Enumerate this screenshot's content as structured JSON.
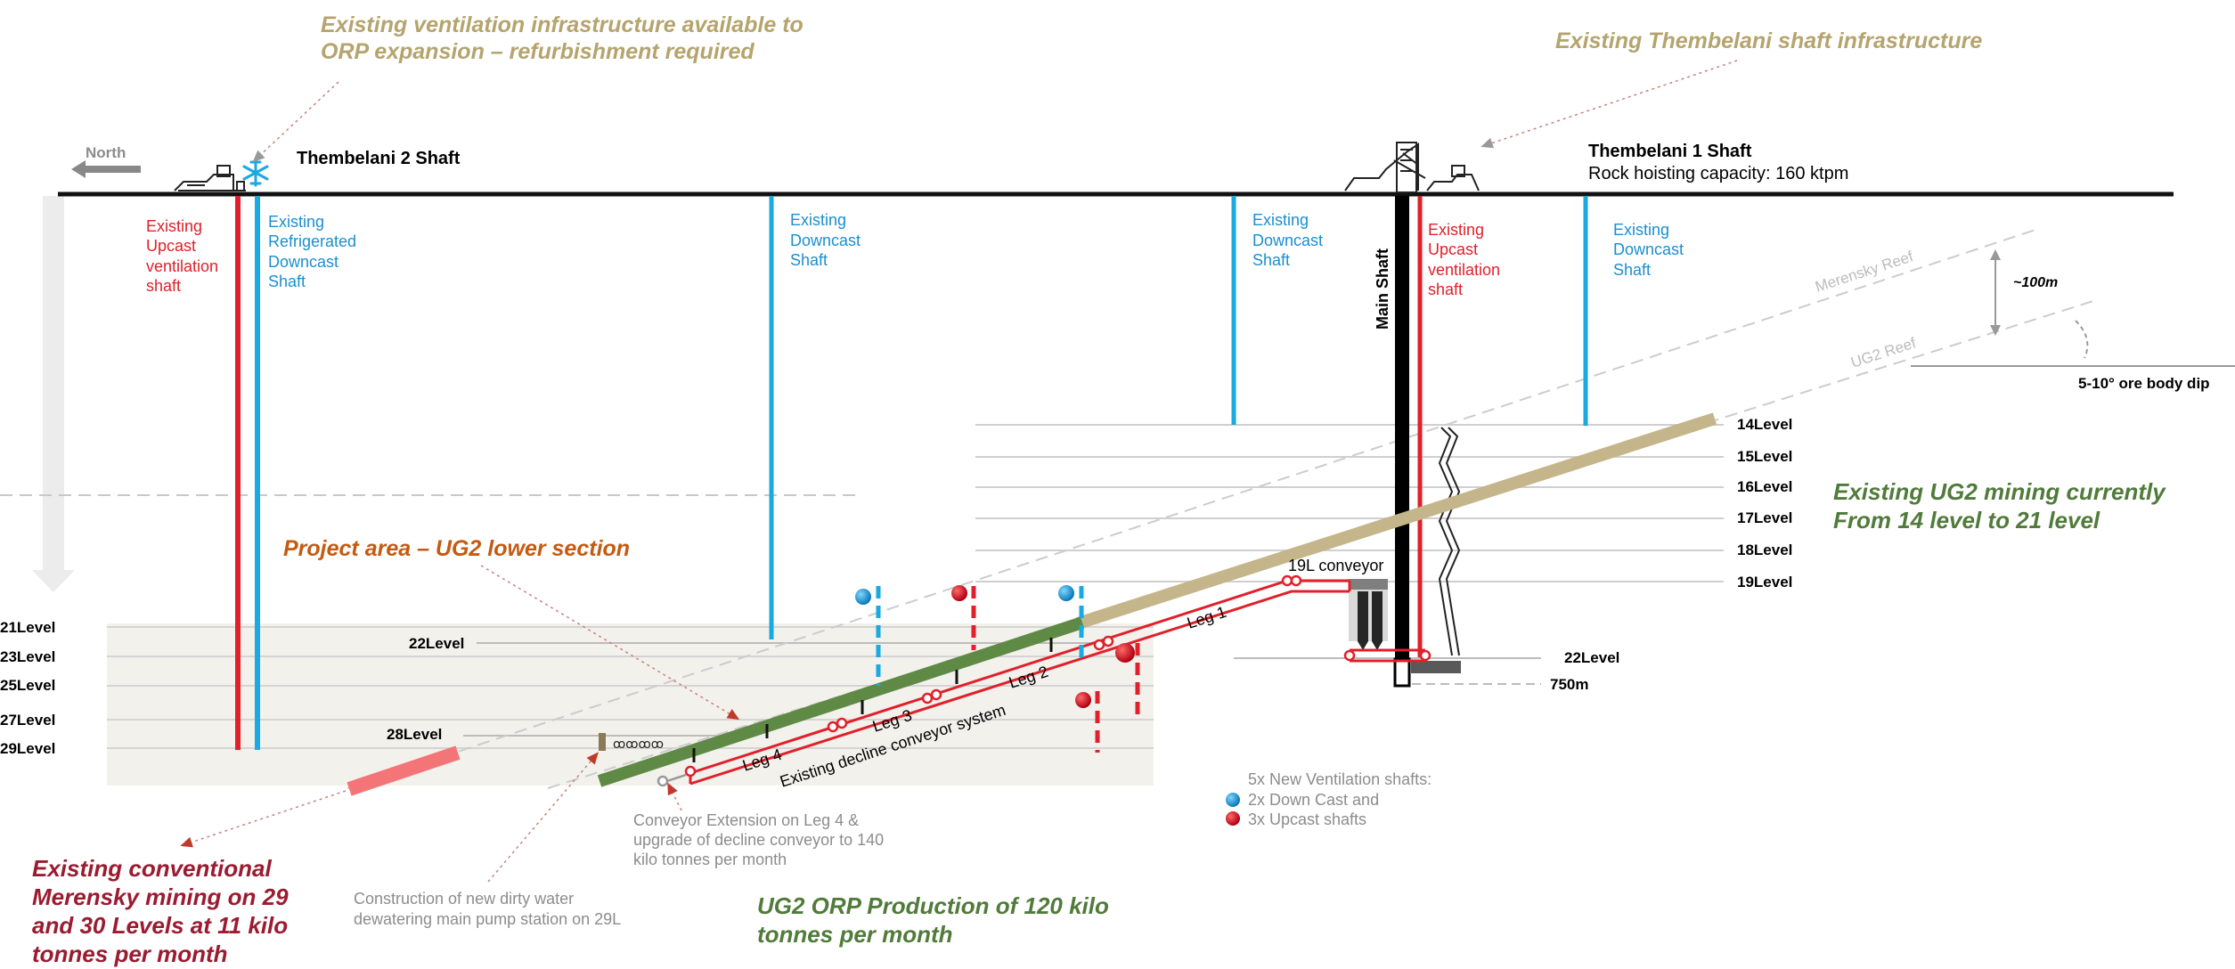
{
  "callouts": {
    "ventilation_infra_line1": "Existing ventilation infrastructure available to",
    "ventilation_infra_line2": "ORP expansion –  refurbishment required",
    "thembelani_infra": "Existing Thembelani shaft infrastructure",
    "project_area": "Project area – UG2 lower section",
    "ug2_current_line1": "Existing UG2 mining currently",
    "ug2_current_line2": "From 14 level to 21 level",
    "merensky_line1": "Existing conventional",
    "merensky_line2": "Merensky mining on 29",
    "merensky_line3": "and 30 Levels at 11 kilo",
    "merensky_line4": "tonnes per month",
    "orp_prod_line1": "UG2 ORP Production of 120 kilo",
    "orp_prod_line2": "tonnes per month",
    "conveyor_ext_line1": "Conveyor Extension on Leg 4 &",
    "conveyor_ext_line2": "upgrade of decline conveyor to 140",
    "conveyor_ext_line3": "kilo tonnes per month",
    "pump_line1": "Construction of new dirty water",
    "pump_line2": "dewatering main pump station on 29L",
    "new_vent_line1": "5x New Ventilation shafts:",
    "new_vent_line2": "2x Down Cast and",
    "new_vent_line3": "3x Upcast shafts"
  },
  "surface": {
    "north": "North",
    "shaft2": "Thembelani 2 Shaft",
    "shaft1": "Thembelani 1 Shaft",
    "hoisting": "Rock hoisting capacity: 160 ktpm"
  },
  "shaft_labels": {
    "upcast_left": [
      "Existing",
      "Upcast",
      "ventilation",
      "shaft"
    ],
    "refrigerated": [
      "Existing",
      "Refrigerated",
      "Downcast",
      "Shaft"
    ],
    "downcast_mid": [
      "Existing",
      "Downcast",
      "Shaft"
    ],
    "downcast_right1": [
      "Existing",
      "Downcast",
      "Shaft"
    ],
    "upcast_right": [
      "Existing",
      "Upcast",
      "ventilation",
      "shaft"
    ],
    "downcast_right2": [
      "Existing",
      "Downcast",
      "Shaft"
    ],
    "main_shaft": "Main Shaft"
  },
  "reefs": {
    "merensky": "Merensky Reef",
    "ug2": "UG2 Reef",
    "spacing": "~100m",
    "dip": "5-10° ore body dip"
  },
  "levels": {
    "right": [
      "14Level",
      "15Level",
      "16Level",
      "17Level",
      "18Level",
      "19Level"
    ],
    "left": [
      "21Level",
      "23Level",
      "25Level",
      "27Level",
      "29Level"
    ],
    "l22_left": "22Level",
    "l28": "28Level",
    "l22_right": "22Level",
    "depth": "750m"
  },
  "conveyor": {
    "l19": "19L conveyor",
    "legs": [
      "Leg 1",
      "Leg 2",
      "Leg 3",
      "Leg 4"
    ],
    "decline": "Existing decline conveyor system"
  },
  "colors": {
    "gold_text": "#b5a46e",
    "orange_text": "#c55a11",
    "green_text": "#507b3a",
    "maroon_text": "#9b1b30",
    "red": "#e0202a",
    "blue": "#1aa9e0",
    "green_bar": "#5f8a45",
    "tan_bar": "#c4b58a",
    "pink_bar": "#f47577",
    "grey_text": "#8c8c8c"
  }
}
